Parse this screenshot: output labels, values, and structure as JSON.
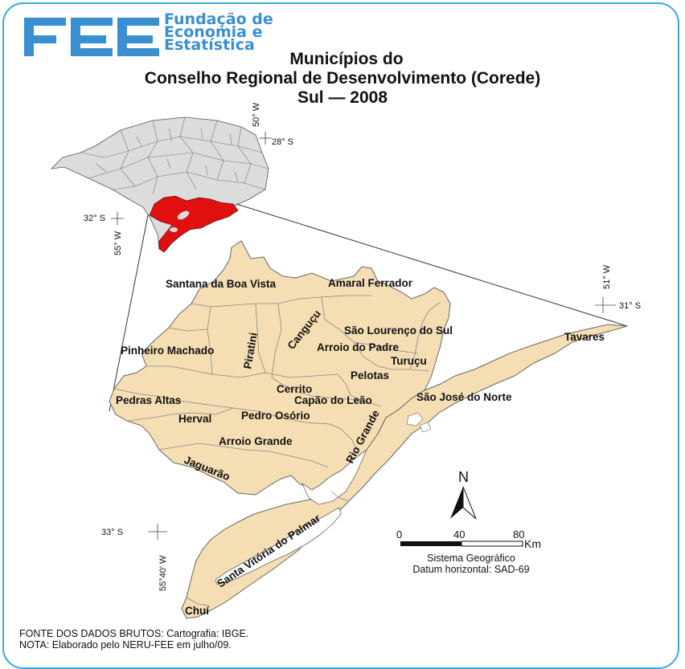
{
  "organization": {
    "line1": "Fundação de",
    "line2": "Economia e",
    "line3": "Estatística"
  },
  "title": {
    "line1": "Municípios do",
    "line2": "Conselho Regional de Desenvolvimento (Corede)",
    "line3": "Sul — 2008"
  },
  "coordinates": {
    "lon_50": "50° W",
    "lat_28": "28° S",
    "lat_32": "32° S",
    "lon_55": "55° W",
    "lon_51": "51° W",
    "lat_31": "31° S",
    "lat_33": "33° S",
    "lon_5540": "55°40' W"
  },
  "municipalities": {
    "santana": "Santana da Boa Vista",
    "amaral": "Amaral Ferrador",
    "canguçu": "Canguçu",
    "sao_lourenco": "São Lourenço do Sul",
    "tavares": "Tavares",
    "pinheiro": "Pinheiro Machado",
    "piratini": "Piratini",
    "arroio_padre": "Arroio do Padre",
    "turucu": "Turuçu",
    "pelotas": "Pelotas",
    "cerrito": "Cerrito",
    "capao": "Capão do Leão",
    "sao_jose": "São José do Norte",
    "pedras": "Pedras Altas",
    "herval": "Herval",
    "pedro_osorio": "Pedro Osório",
    "arroio_grande": "Arroio Grande",
    "rio_grande": "Rio Grande",
    "jaguarao": "Jaguarão",
    "santa_vitoria": "Santa Vitória do Palmar",
    "chui": "Chuí"
  },
  "north_arrow": {
    "label": "N"
  },
  "scale_bar": {
    "t0": "0",
    "t1": "40",
    "t2": "80",
    "unit": "Km"
  },
  "projection": {
    "system": "Sistema Geográfico",
    "datum": "Datum horizontal: SAD-69"
  },
  "footer": {
    "source": "FONTE DOS DADOS BRUTOS: Cartografia: IBGE.",
    "note": "NOTA: Elaborado pelo NERU-FEE em julho/09."
  },
  "colors": {
    "region_fill": "#f5deb3",
    "highlight": "#e01010",
    "state_fill": "#dcdcdc",
    "frame": "#3aa7e0",
    "brand": "#3a8fd0"
  }
}
